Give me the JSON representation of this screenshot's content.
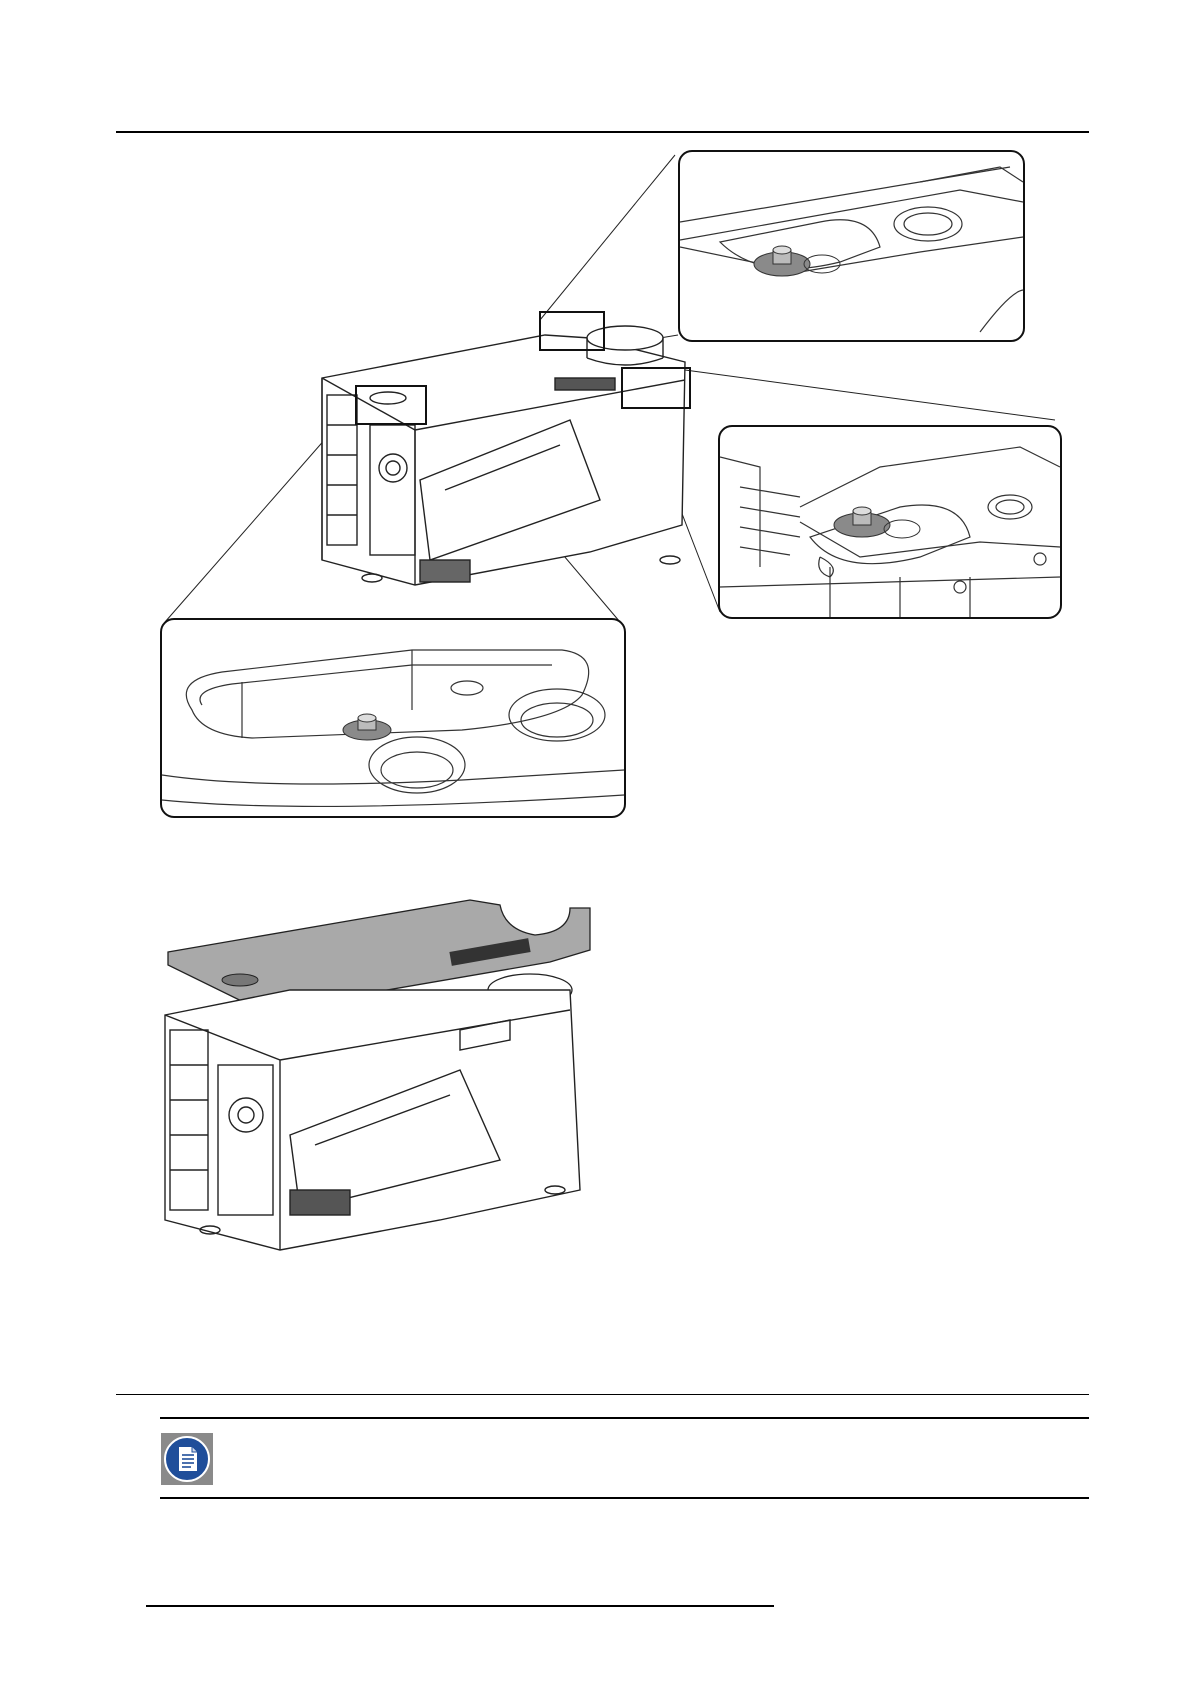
{
  "page": {
    "figures": [
      {
        "id": "top-cover-screws",
        "callouts": [
          "detail-rear-left-screw",
          "detail-rear-right-screw",
          "detail-front-screw"
        ]
      },
      {
        "id": "top-cover-removal",
        "arrow": "up"
      }
    ],
    "note": {
      "icon": "note-icon",
      "icon_color": "#1f4e9a",
      "text": ""
    }
  },
  "colors": {
    "line": "#111111",
    "screw": "#8a8a8a",
    "cover": "#a9a9a9",
    "accent": "#1f4e9a"
  }
}
